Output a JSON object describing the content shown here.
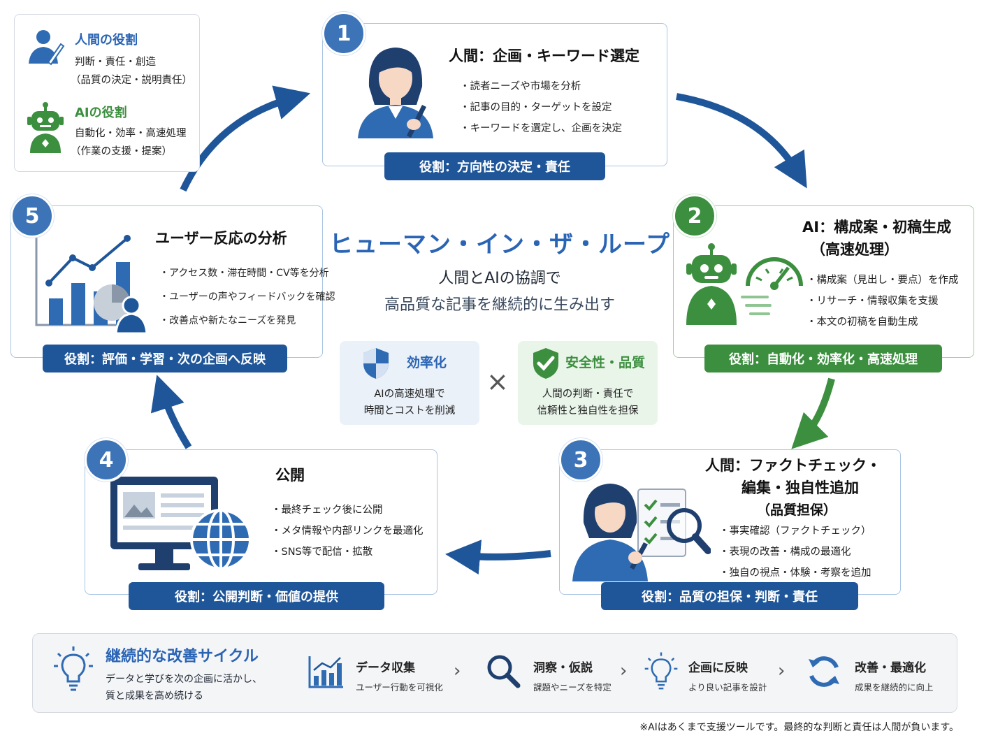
{
  "legend": {
    "human": {
      "title": "人間の役割",
      "line1": "判断・責任・創造",
      "line2": "（品質の決定・説明責任）"
    },
    "ai": {
      "title": "AIの役割",
      "line1": "自動化・効率・高速処理",
      "line2": "（作業の支援・提案）"
    }
  },
  "center": {
    "title": "ヒューマン・イン・ザ・ループ",
    "sub1": "人間とAIの協調で",
    "sub2": "高品質な記事を継続的に生み出す"
  },
  "efficiency": {
    "title": "効率化",
    "line1": "AIの高速処理で",
    "line2": "時間とコストを削減"
  },
  "times": "×",
  "safety": {
    "title": "安全性・品質",
    "line1": "人間の判断・責任で",
    "line2": "信頼性と独自性を担保"
  },
  "steps": [
    {
      "num": "1",
      "title": "人間：企画・キーワード選定",
      "bullets": [
        "・読者ニーズや市場を分析",
        "・記事の目的・ターゲットを設定",
        "・キーワードを選定し、企画を決定"
      ],
      "role": "役割：方向性の決定・責任"
    },
    {
      "num": "2",
      "title1": "AI：構成案・初稿生成",
      "title2": "（高速処理）",
      "bullets": [
        "・構成案（見出し・要点）を作成",
        "・リサーチ・情報収集を支援",
        "・本文の初稿を自動生成"
      ],
      "role": "役割：自動化・効率化・高速処理"
    },
    {
      "num": "3",
      "title1": "人間：ファクトチェック・",
      "title2": "編集・独自性追加",
      "title3": "（品質担保）",
      "bullets": [
        "・事実確認（ファクトチェック）",
        "・表現の改善・構成の最適化",
        "・独自の視点・体験・考察を追加"
      ],
      "role": "役割：品質の担保・判断・責任"
    },
    {
      "num": "4",
      "title": "公開",
      "bullets": [
        "・最終チェック後に公開",
        "・メタ情報や内部リンクを最適化",
        "・SNS等で配信・拡散"
      ],
      "role": "役割：公開判断・価値の提供"
    },
    {
      "num": "5",
      "title": "ユーザー反応の分析",
      "bullets": [
        "・アクセス数・滞在時間・CV等を分析",
        "・ユーザーの声やフィードバックを確認",
        "・改善点や新たなニーズを発見"
      ],
      "role": "役割：評価・学習・次の企画へ反映"
    }
  ],
  "cycle": {
    "title": "継続的な改善サイクル",
    "desc1": "データと学びを次の企画に活かし、",
    "desc2": "質と成果を高め続ける",
    "items": [
      {
        "title": "データ収集",
        "sub": "ユーザー行動を可視化"
      },
      {
        "title": "洞察・仮説",
        "sub": "課題やニーズを特定"
      },
      {
        "title": "企画に反映",
        "sub": "より良い記事を設計"
      },
      {
        "title": "改善・最適化",
        "sub": "成果を継続的に向上"
      }
    ],
    "chevron": "›"
  },
  "footnote": "※AIはあくまで支援ツールです。最終的な判断と責任は人間が負います。",
  "colors": {
    "human_blue": "#1f5699",
    "ai_green": "#3c8f3f",
    "accent_blue": "#2a64b4"
  }
}
